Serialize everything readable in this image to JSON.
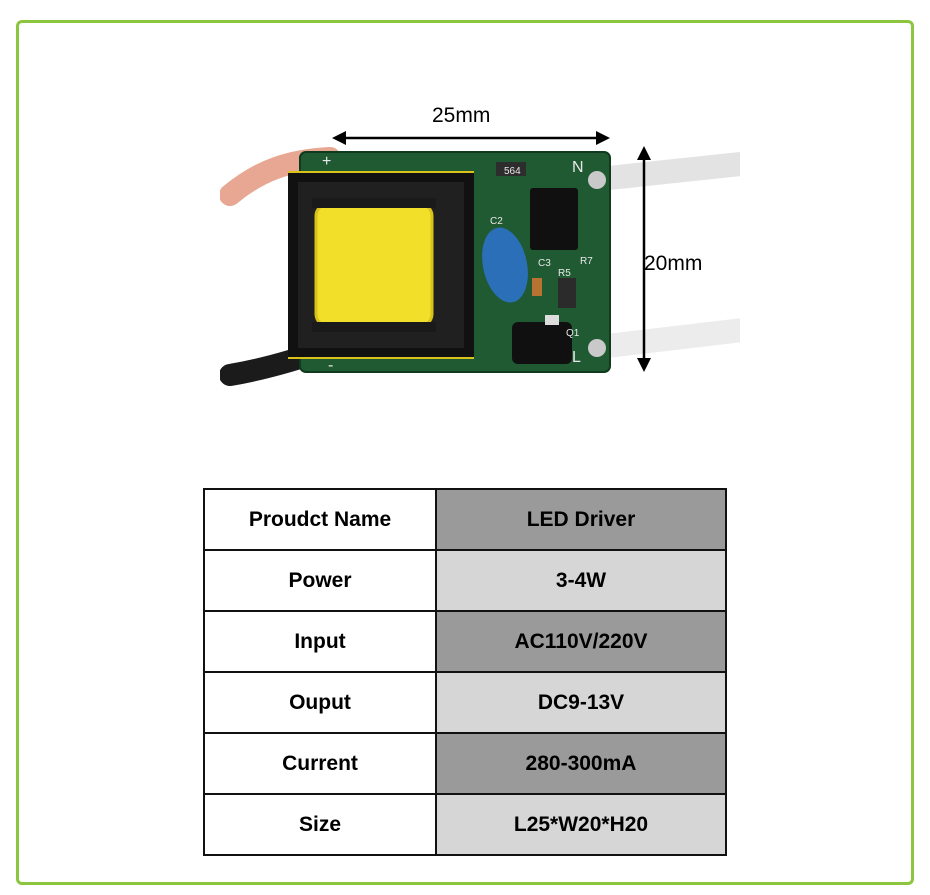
{
  "dimensions": {
    "width_label": "25mm",
    "height_label": "20mm"
  },
  "spec_table": [
    {
      "key": "Proudct Name",
      "value": "LED Driver"
    },
    {
      "key": "Power",
      "value": "3-4W"
    },
    {
      "key": "Input",
      "value": "AC110V/220V"
    },
    {
      "key": "Ouput",
      "value": "DC9-13V"
    },
    {
      "key": "Current",
      "value": "280-300mA"
    },
    {
      "key": "Size",
      "value": "L25*W20*H20"
    }
  ],
  "board_marks": [
    "564",
    "C2",
    "C3",
    "R5",
    "R7",
    "Q1",
    "N",
    "L",
    "+",
    "-"
  ],
  "colors": {
    "frame": "#8cc63f",
    "pcb": "#1f5a32",
    "coil": "#f2df2a",
    "row_dark": "#9a9a9a",
    "row_light": "#d6d6d6"
  }
}
